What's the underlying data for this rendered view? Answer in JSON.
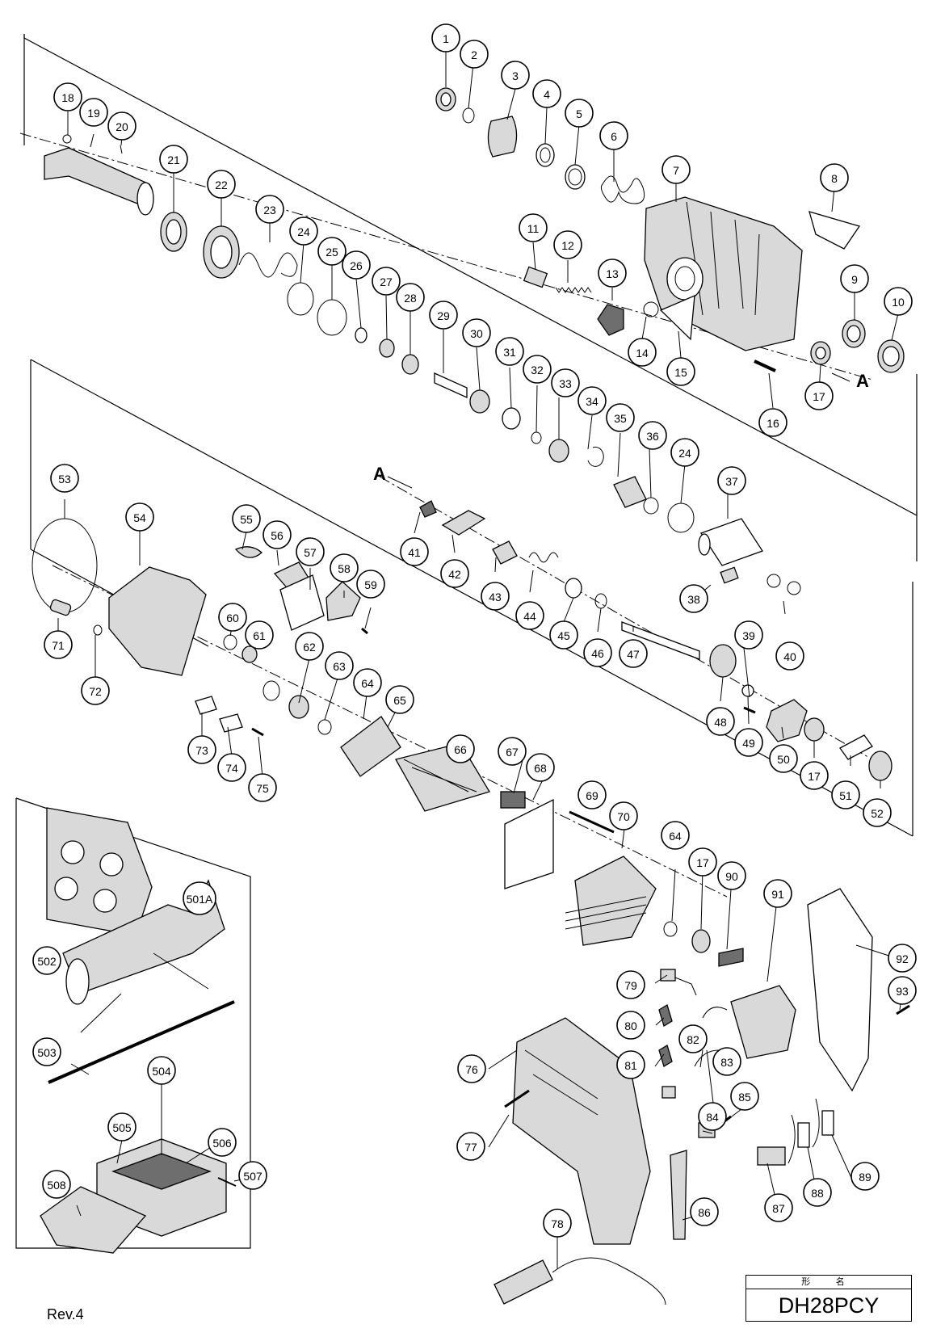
{
  "callouts": [
    {
      "label": "1"
    },
    {
      "label": "2"
    },
    {
      "label": "3"
    },
    {
      "label": "4"
    },
    {
      "label": "5"
    },
    {
      "label": "6"
    },
    {
      "label": "7"
    },
    {
      "label": "8"
    },
    {
      "label": "9"
    },
    {
      "label": "10"
    },
    {
      "label": "11"
    },
    {
      "label": "12"
    },
    {
      "label": "13"
    },
    {
      "label": "14"
    },
    {
      "label": "15"
    },
    {
      "label": "16"
    },
    {
      "label": "17"
    },
    {
      "label": "18"
    },
    {
      "label": "19"
    },
    {
      "label": "20"
    },
    {
      "label": "21"
    },
    {
      "label": "22"
    },
    {
      "label": "23"
    },
    {
      "label": "24"
    },
    {
      "label": "25"
    },
    {
      "label": "26"
    },
    {
      "label": "27"
    },
    {
      "label": "28"
    },
    {
      "label": "29"
    },
    {
      "label": "30"
    },
    {
      "label": "31"
    },
    {
      "label": "32"
    },
    {
      "label": "33"
    },
    {
      "label": "34"
    },
    {
      "label": "35"
    },
    {
      "label": "36"
    },
    {
      "label": "24"
    },
    {
      "label": "37"
    },
    {
      "label": "41"
    },
    {
      "label": "42"
    },
    {
      "label": "43"
    },
    {
      "label": "44"
    },
    {
      "label": "45"
    },
    {
      "label": "46"
    },
    {
      "label": "47"
    },
    {
      "label": "38"
    },
    {
      "label": "39"
    },
    {
      "label": "40"
    },
    {
      "label": "48"
    },
    {
      "label": "49"
    },
    {
      "label": "50"
    },
    {
      "label": "17"
    },
    {
      "label": "51"
    },
    {
      "label": "52"
    },
    {
      "label": "53"
    },
    {
      "label": "54"
    },
    {
      "label": "55"
    },
    {
      "label": "56"
    },
    {
      "label": "57"
    },
    {
      "label": "58"
    },
    {
      "label": "59"
    },
    {
      "label": "60"
    },
    {
      "label": "61"
    },
    {
      "label": "62"
    },
    {
      "label": "63"
    },
    {
      "label": "64"
    },
    {
      "label": "65"
    },
    {
      "label": "71"
    },
    {
      "label": "72"
    },
    {
      "label": "73"
    },
    {
      "label": "74"
    },
    {
      "label": "75"
    },
    {
      "label": "66"
    },
    {
      "label": "67"
    },
    {
      "label": "68"
    },
    {
      "label": "69"
    },
    {
      "label": "70"
    },
    {
      "label": "64"
    },
    {
      "label": "17"
    },
    {
      "label": "90"
    },
    {
      "label": "91"
    },
    {
      "label": "92"
    },
    {
      "label": "93"
    },
    {
      "label": "79"
    },
    {
      "label": "80"
    },
    {
      "label": "81"
    },
    {
      "label": "82"
    },
    {
      "label": "83"
    },
    {
      "label": "76"
    },
    {
      "label": "77"
    },
    {
      "label": "84"
    },
    {
      "label": "85"
    },
    {
      "label": "86"
    },
    {
      "label": "87"
    },
    {
      "label": "88"
    },
    {
      "label": "89"
    },
    {
      "label": "78"
    },
    {
      "label": "501A"
    },
    {
      "label": "502"
    },
    {
      "label": "503"
    },
    {
      "label": "504"
    },
    {
      "label": "505"
    },
    {
      "label": "506"
    },
    {
      "label": "507"
    },
    {
      "label": "508"
    }
  ],
  "reference_marks": [
    "A",
    "A"
  ],
  "title_block": {
    "header": "形 名",
    "model": "DH28PCY"
  },
  "revision": "Rev.4"
}
